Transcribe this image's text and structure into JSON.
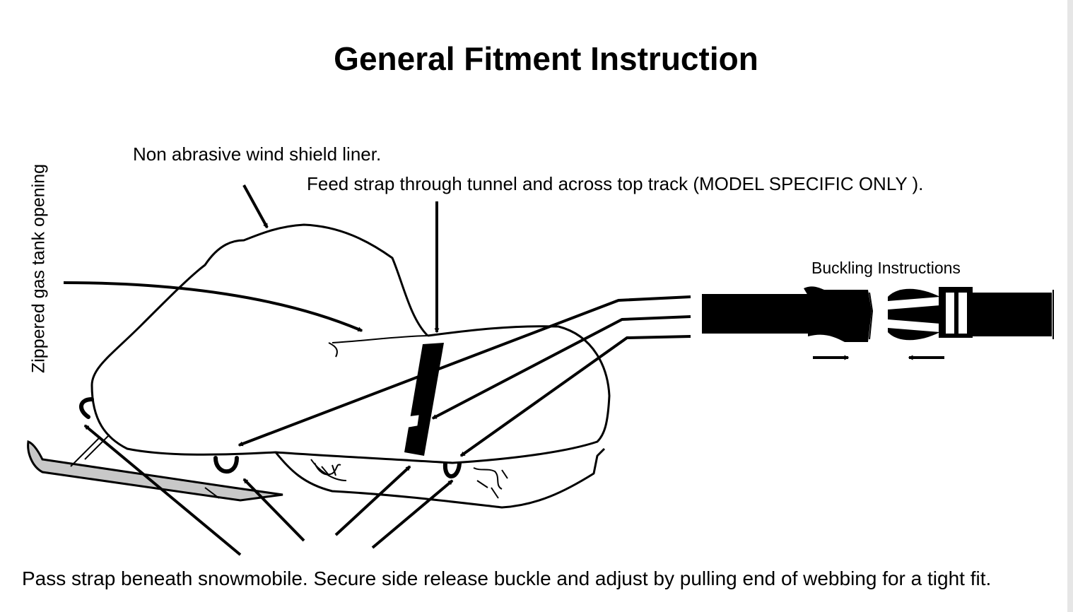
{
  "title": "General Fitment Instruction",
  "labels": {
    "liner": "Non abrasive wind shield liner.",
    "feed": "Feed strap through tunnel and across top track (MODEL SPECIFIC ONLY ).",
    "zipper": "Zippered gas tank opening",
    "buckling": "Buckling Instructions",
    "pass": "Pass strap beneath snowmobile. Secure side release buckle and adjust by pulling end of webbing for a tight fit."
  },
  "colors": {
    "ink": "#000000",
    "ski_fill": "#c8c8c8",
    "background": "#ffffff"
  }
}
